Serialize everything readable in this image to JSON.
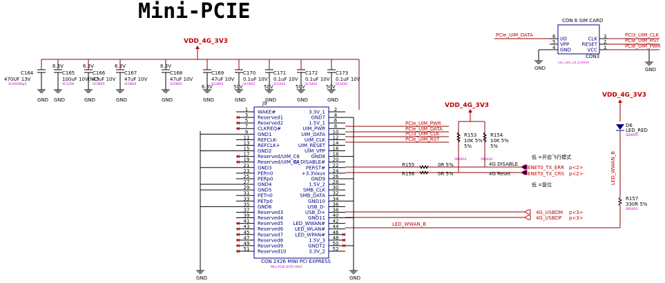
{
  "title": "Mini-PCIE",
  "vdd_label": "VDD_4G_3V3",
  "gnd": "GND",
  "capacitors": [
    {
      "ref": "C164",
      "val": "470UF 13V",
      "part": "SCA6V80p5",
      "volt": ""
    },
    {
      "ref": "C165",
      "val": "100uF 10V(NC)",
      "part": "SC1206",
      "volt": "6.3V"
    },
    {
      "ref": "C166",
      "val": "47uF 10V",
      "part": "SC0805",
      "volt": "6.3V"
    },
    {
      "ref": "C167",
      "val": "47uF 10V",
      "part": "SC0805",
      "volt": "6.3V"
    },
    {
      "ref": "C168",
      "val": "47uF 10V",
      "part": "SC0805",
      "volt": "6.3V"
    },
    {
      "ref": "C169",
      "val": "47uF 10V",
      "part": "SC0805",
      "volt": "6.3V"
    },
    {
      "ref": "C170",
      "val": "0.1uF 10V",
      "part": "SC0402",
      "volt": "50V"
    },
    {
      "ref": "C171",
      "val": "0.1uF 10V",
      "part": "SC0402",
      "volt": "50V"
    },
    {
      "ref": "C172",
      "val": "0.1uF 10V",
      "part": "SC0402",
      "volt": "50V"
    },
    {
      "ref": "C173",
      "val": "0.1uF 10V",
      "part": "SC0402",
      "volt": "50V"
    }
  ],
  "connector": {
    "ref": "J9",
    "name": "CON 2X26 MINI PCI EXPRESS",
    "part": "Mini-PCIE-D-TE-HALF",
    "left": [
      {
        "n": "1",
        "s": "WAKE#"
      },
      {
        "n": "3",
        "s": "Reserved1"
      },
      {
        "n": "5",
        "s": "Reserved2"
      },
      {
        "n": "7",
        "s": "CLKREQ#"
      },
      {
        "n": "9",
        "s": "GND1"
      },
      {
        "n": "11",
        "s": "REFCLK-"
      },
      {
        "n": "13",
        "s": "REFCLK+"
      },
      {
        "n": "15",
        "s": "GND2"
      },
      {
        "n": "17",
        "s": "Reserved/UIM_C8"
      },
      {
        "n": "19",
        "s": "Reserved/UIM_C4"
      },
      {
        "n": "21",
        "s": "GND3"
      },
      {
        "n": "23",
        "s": "PERn0"
      },
      {
        "n": "25",
        "s": "PERp0"
      },
      {
        "n": "27",
        "s": "GND4"
      },
      {
        "n": "29",
        "s": "GND5"
      },
      {
        "n": "31",
        "s": "PETn0"
      },
      {
        "n": "33",
        "s": "PETp0"
      },
      {
        "n": "35",
        "s": "GND6"
      },
      {
        "n": "37",
        "s": "Reserved3"
      },
      {
        "n": "39",
        "s": "Reserved4"
      },
      {
        "n": "41",
        "s": "Reserved5"
      },
      {
        "n": "43",
        "s": "Reserved6"
      },
      {
        "n": "45",
        "s": "Reserved7"
      },
      {
        "n": "47",
        "s": "Reserved8"
      },
      {
        "n": "49",
        "s": "Reserved9"
      },
      {
        "n": "51",
        "s": "Reserved10"
      }
    ],
    "right": [
      {
        "n": "2",
        "s": "3.3V_1"
      },
      {
        "n": "4",
        "s": "GND7"
      },
      {
        "n": "6",
        "s": "1.5V_1"
      },
      {
        "n": "8",
        "s": "UIM_PWR"
      },
      {
        "n": "10",
        "s": "UIM_DATA"
      },
      {
        "n": "12",
        "s": "UIM_CLK"
      },
      {
        "n": "14",
        "s": "UIM_RESET"
      },
      {
        "n": "16",
        "s": "UIM_VPP"
      },
      {
        "n": "18",
        "s": "GND8"
      },
      {
        "n": "20",
        "s": "W_DISABLE#"
      },
      {
        "n": "22",
        "s": "PERST#"
      },
      {
        "n": "24",
        "s": "+3.3Vaux"
      },
      {
        "n": "26",
        "s": "GND9"
      },
      {
        "n": "28",
        "s": "1.5V_2"
      },
      {
        "n": "30",
        "s": "SMB_CLK"
      },
      {
        "n": "32",
        "s": "SMB_DATA"
      },
      {
        "n": "34",
        "s": "GND10"
      },
      {
        "n": "36",
        "s": "USB_D-"
      },
      {
        "n": "38",
        "s": "USB_D+"
      },
      {
        "n": "40",
        "s": "GND11"
      },
      {
        "n": "42",
        "s": "LED_WWAN#"
      },
      {
        "n": "44",
        "s": "LED_WLAN#"
      },
      {
        "n": "46",
        "s": "LED_WPAN#"
      },
      {
        "n": "48",
        "s": "1.5V_3"
      },
      {
        "n": "50",
        "s": "GNDT2"
      },
      {
        "n": "52",
        "s": "3.3V_2"
      }
    ]
  },
  "sim": {
    "title": "CON 6 SIM CARD",
    "ref": "CON3",
    "part": "con_sim_cd_2x3mm",
    "left": [
      {
        "n": "6",
        "s": "I/O"
      },
      {
        "n": "5",
        "s": "VPP"
      },
      {
        "n": "4",
        "s": "GND"
      }
    ],
    "right": [
      {
        "n": "3",
        "s": "CLK"
      },
      {
        "n": "2",
        "s": "RESET"
      },
      {
        "n": "1",
        "s": "VCC"
      }
    ],
    "net_left": "PCIe_UIM_DATA",
    "net_right": [
      "PCI3_UIM_CLK",
      "PCIe_UIM_RST",
      "PCIe_UIM_PWR"
    ]
  },
  "uim_nets": [
    "PCIe_UIM_PWR",
    "PCIe_UIM_DATA",
    "PCI3_UIM_CLK",
    "PCIe_UIM_RST"
  ],
  "r153": {
    "ref": "R153",
    "val": "10K 5%",
    "tol": "5%",
    "part": "SR0402"
  },
  "r154": {
    "ref": "R154",
    "val": "10K 5%",
    "tol": "5%",
    "part": "SR0402"
  },
  "r155": {
    "ref": "R155",
    "val": "0R 5%",
    "part": "SR0402"
  },
  "r156": {
    "ref": "R156",
    "val": "0R 5%",
    "part": "SR0402"
  },
  "note_low_fly": "低 =开启飞行模式",
  "note_low_reset": "低 =复位",
  "sig_4g_disable": "4G DISABLE",
  "sig_4g_reset": "4G Reset",
  "enet_err": "ENET0_TX_ERR",
  "enet_crs": "ENET0_TX_CRS",
  "page2": "p<2>",
  "usb_dm": "4G_USBDM",
  "usb_dp": "4G_USBDP",
  "page3": "p<3>",
  "led_wwan": "LED_WWAN_B",
  "d6": {
    "ref": "D6",
    "val": "LED_RED",
    "part": "SD0603"
  },
  "r157": {
    "ref": "R157",
    "val": "330R 5%",
    "part": "SR0402"
  },
  "vdd_small": "6.3V"
}
